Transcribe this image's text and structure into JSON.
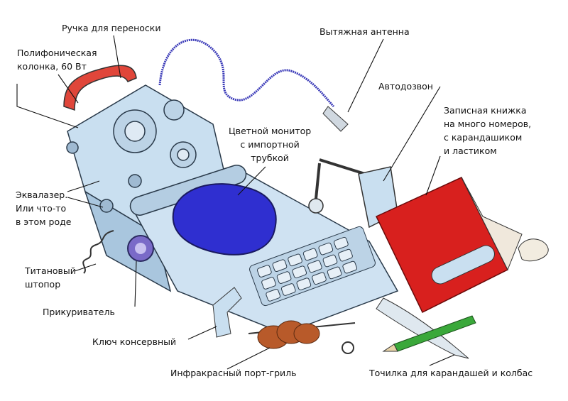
{
  "labels": {
    "handle": "Ручка для переноски",
    "speaker": [
      "Полифоническая",
      "колонка, 60 Вт"
    ],
    "antenna": "Вытяжная антенна",
    "autodial": "Автодозвон",
    "monitor": [
      "Цветной монитор",
      "с импортной",
      "трубкой"
    ],
    "notebook": [
      "Записная книжка",
      "на много номеров,",
      "с карандашиком",
      "и ластиком"
    ],
    "equalizer": [
      "Эквалазер.",
      "Или что-то",
      "в этом роде"
    ],
    "corkscrew": [
      "Титановый",
      "штопор"
    ],
    "lighter": "Прикуриватель",
    "can_opener": "Ключ консервный",
    "ir_port": "Инфракрасный порт-гриль",
    "sharpener": "Точилка для карандашей и колбас"
  },
  "colors": {
    "metal": "#c9dff0",
    "metal_shade": "#7fa9cc",
    "screen": "#2f2fd0",
    "handle": "#e0463a",
    "book": "#d8201e",
    "antenna": "#3a3ab8",
    "sausage": "#b85a2a",
    "pencil": "#3aa83a"
  }
}
